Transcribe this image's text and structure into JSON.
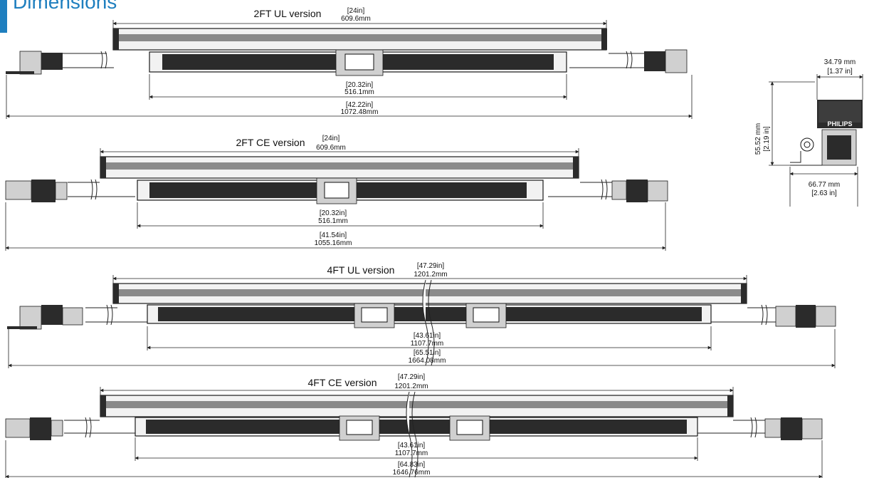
{
  "page": {
    "title": "Dimensions",
    "accent_color": "#1f7fbf"
  },
  "sections": [
    {
      "name": "2FT UL version",
      "top_in": "[24in]",
      "top_mm": "609.6mm",
      "mid_in": "[20.32in]",
      "mid_mm": "516.1mm",
      "total_in": "[42.22in]",
      "total_mm": "1072.48mm"
    },
    {
      "name": "2FT CE version",
      "top_in": "[24in]",
      "top_mm": "609.6mm",
      "mid_in": "[20.32in]",
      "mid_mm": "516.1mm",
      "total_in": "[41.54in]",
      "total_mm": "1055.16mm"
    },
    {
      "name": "4FT UL version",
      "top_in": "[47.29in]",
      "top_mm": "1201.2mm",
      "mid_in": "[43.61in]",
      "mid_mm": "1107.7mm",
      "total_in": "[65.51in]",
      "total_mm": "1664.08mm"
    },
    {
      "name": "4FT CE version",
      "top_in": "[47.29in]",
      "top_mm": "1201.2mm",
      "mid_in": "[43.61in]",
      "mid_mm": "1107.7mm",
      "total_in": "[64.83in]",
      "total_mm": "1646.76mm"
    }
  ],
  "end_view": {
    "width_mm": "34.79 mm",
    "width_in": "[1.37 in]",
    "height_mm": "55.52 mm",
    "height_in": "[2.19 in]",
    "depth_mm": "66.77 mm",
    "depth_in": "[2.63 in]",
    "brand": "PHILIPS"
  }
}
